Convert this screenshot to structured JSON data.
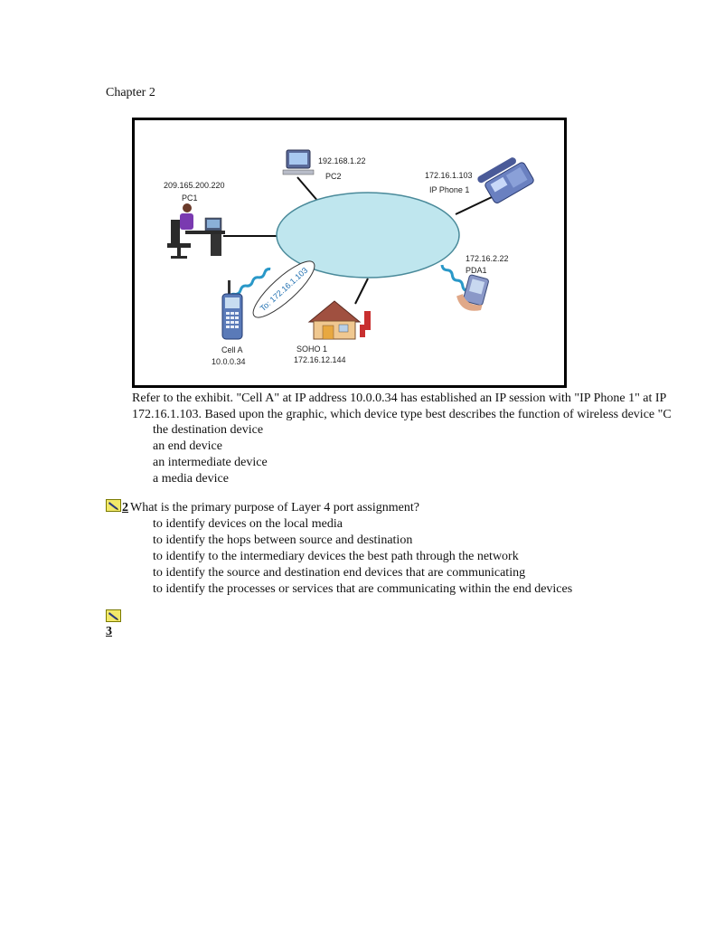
{
  "chapter": "Chapter 2",
  "exhibit": {
    "pc2": {
      "ip": "192.168.1.22",
      "name": "PC2"
    },
    "pc1": {
      "ip": "209.165.200.220",
      "name": "PC1"
    },
    "ipphone": {
      "ip": "172.16.1.103",
      "name": "IP Phone 1"
    },
    "pda": {
      "ip": "172.16.2.22",
      "name": "PDA1"
    },
    "cell": {
      "name": "Cell A",
      "ip": "10.0.0.34"
    },
    "soho": {
      "name": "SOHO 1",
      "ip": "172.16.12.144"
    },
    "bubble": "To: 172.16.1.103"
  },
  "question1": {
    "line1": "Refer to the exhibit. \"Cell A\" at IP address 10.0.0.34 has established an IP session with \"IP Phone 1\" at IP",
    "line2": "172.16.1.103. Based upon the graphic, which device type best describes the function of wireless device \"C",
    "options": [
      "the destination device",
      "an end device",
      "an intermediate device",
      "a media device"
    ]
  },
  "question2": {
    "number": "2",
    "text": "What is the primary purpose of Layer 4 port assignment?",
    "options": [
      "to identify devices on the local media",
      "to identify the hops between source and destination",
      "to identify to the intermediary devices the best path through the network",
      "to identify the source and destination end devices that are communicating",
      "to identify the processes or services that are communicating within the end devices"
    ]
  },
  "question3": {
    "number": "3"
  },
  "colors": {
    "cloud_fill": "#bfe6ee",
    "cloud_stroke": "#4a8a9a",
    "wireless_squiggle": "#2a98c8",
    "icon_yellow": "#f2e86a"
  }
}
